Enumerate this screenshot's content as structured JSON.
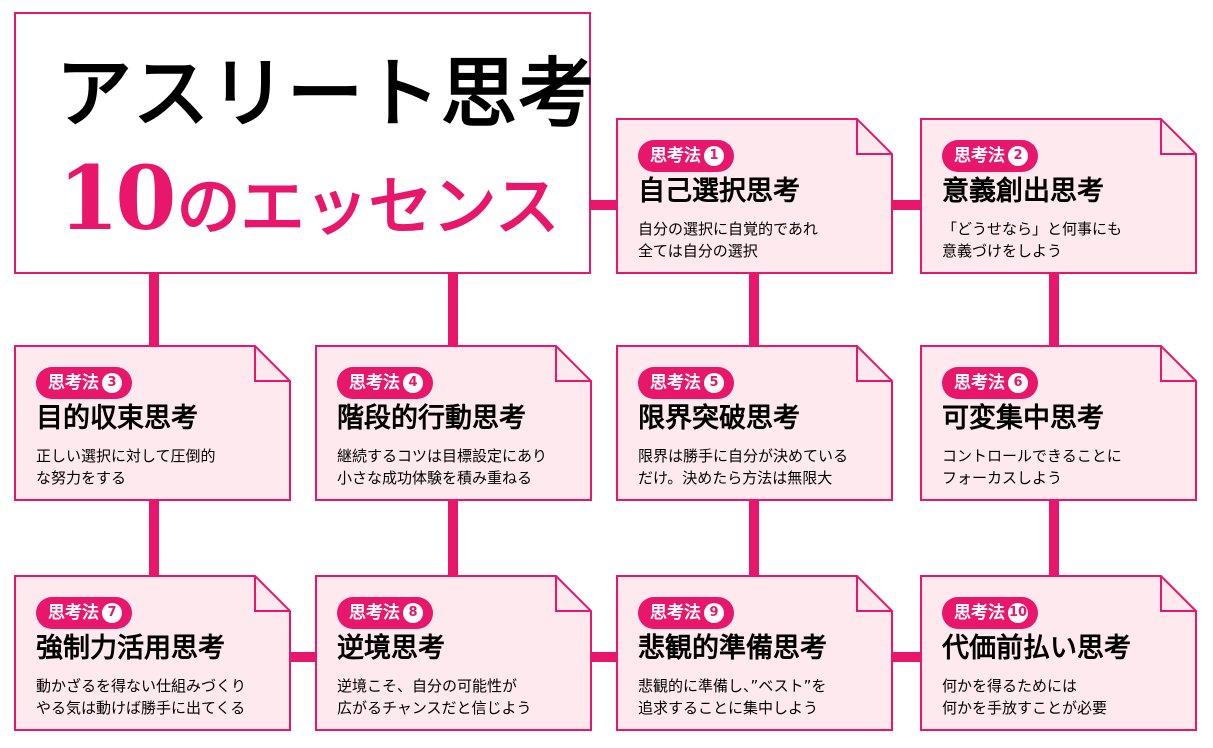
{
  "title": {
    "line1": "アスリート思考",
    "line2_number": "10",
    "line2_rest": "のエッセンス"
  },
  "colors": {
    "accent": "#e8176b",
    "card_fill": "#fde9ee"
  },
  "cards": [
    {
      "badge": "思考法",
      "num": "1",
      "title": "自己選択思考",
      "desc": [
        "自分の選択に自覚的であれ",
        "全ては自分の選択"
      ]
    },
    {
      "badge": "思考法",
      "num": "2",
      "title": "意義創出思考",
      "desc": [
        "「どうせなら」と何事にも",
        "意義づけをしよう"
      ]
    },
    {
      "badge": "思考法",
      "num": "3",
      "title": "目的収束思考",
      "desc": [
        "正しい選択に対して圧倒的",
        "な努力をする"
      ]
    },
    {
      "badge": "思考法",
      "num": "4",
      "title": "階段的行動思考",
      "desc": [
        "継続するコツは目標設定にあり",
        "小さな成功体験を積み重ねる"
      ]
    },
    {
      "badge": "思考法",
      "num": "5",
      "title": "限界突破思考",
      "desc": [
        "限界は勝手に自分が決めている",
        "だけ。決めたら方法は無限大"
      ]
    },
    {
      "badge": "思考法",
      "num": "6",
      "title": "可変集中思考",
      "desc": [
        "コントロールできることに",
        "フォーカスしよう"
      ]
    },
    {
      "badge": "思考法",
      "num": "7",
      "title": "強制力活用思考",
      "desc": [
        "動かざるを得ない仕組みづくり",
        "やる気は動けば勝手に出てくる"
      ]
    },
    {
      "badge": "思考法",
      "num": "8",
      "title": "逆境思考",
      "desc": [
        "逆境こそ、自分の可能性が",
        "広がるチャンスだと信じよう"
      ]
    },
    {
      "badge": "思考法",
      "num": "9",
      "title": "悲観的準備思考",
      "desc": [
        "悲観的に準備し、”ベスト”を",
        "追求することに集中しよう"
      ]
    },
    {
      "badge": "思考法",
      "num": "10",
      "title": "代価前払い思考",
      "desc": [
        "何かを得るためには",
        "何かを手放すことが必要"
      ]
    }
  ]
}
